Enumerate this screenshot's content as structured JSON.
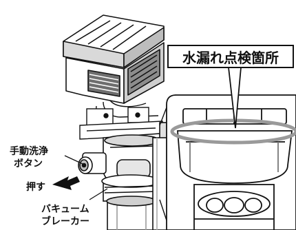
{
  "callout": {
    "leak_check_title": "水漏れ点検箇所"
  },
  "labels": {
    "manual_flush_line1": "手動洗浄",
    "manual_flush_line2": "ボタン",
    "push": "押す",
    "vacuum_breaker_line1": "バキューム",
    "vacuum_breaker_line2": "ブレーカー"
  },
  "colors": {
    "line": "#111111",
    "body_fill": "#ffffff",
    "shade": "#8a8a8a",
    "dark": "#2b2b2b",
    "highlight_ring": "#9a9a9a"
  },
  "icons": {
    "push_arrow": "arrow-right-icon"
  }
}
